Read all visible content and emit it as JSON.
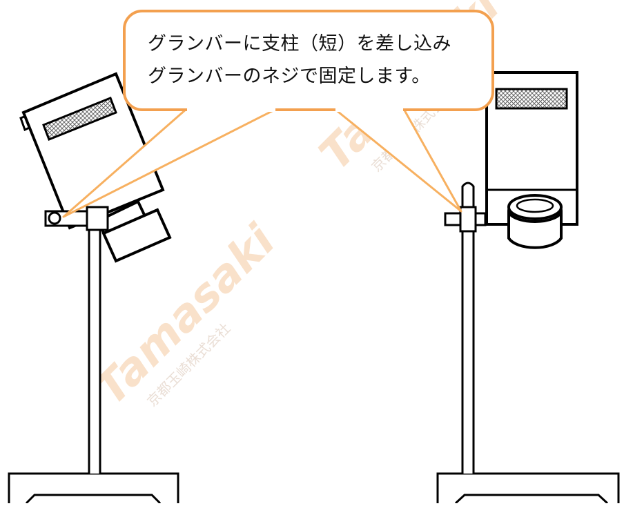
{
  "callout": {
    "line1": "グランバーに支柱（短）を差し込み",
    "line2": "グランバーのネジで固定します。"
  },
  "watermark": {
    "brand": "Tamasaki",
    "company": "京都玉崎株式会社"
  },
  "colors": {
    "callout_border": "#f3a04f",
    "callout_fill": "#ffffff",
    "callout_pointer": "#f7b060",
    "outline": "#000000",
    "label_hatch": "#888888",
    "watermark": "#f5c9a0"
  },
  "icons": {
    "left_camera": "tilted-camera-icon",
    "right_camera": "camera-icon"
  }
}
